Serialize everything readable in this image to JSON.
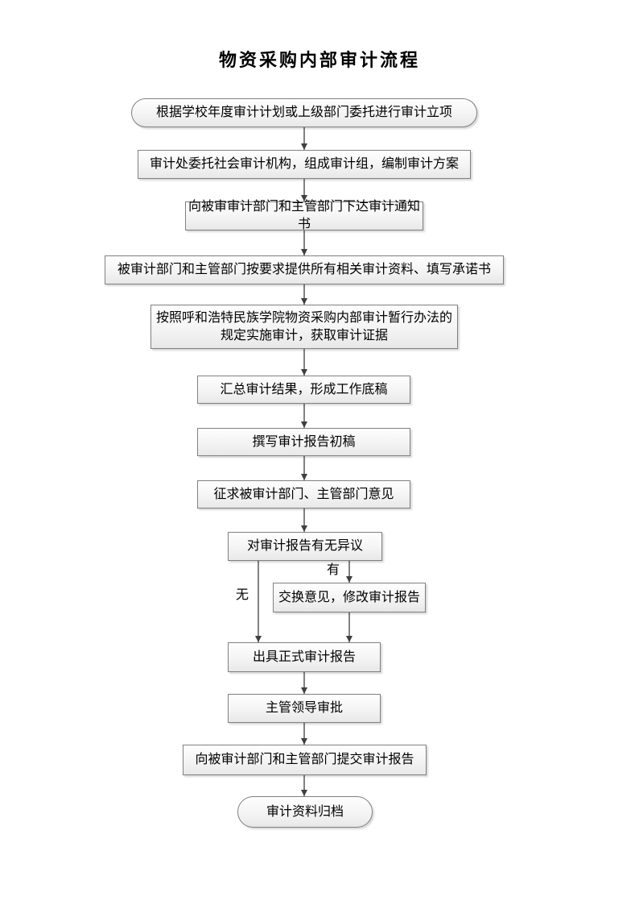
{
  "title": "物资采购内部审计流程",
  "colors": {
    "page_background": "#ffffff",
    "node_border": "#808080",
    "node_fill_top": "#fefefe",
    "node_fill_bottom": "#e8e8e8",
    "connector": "#3f3f3f",
    "text": "#000000"
  },
  "flow": {
    "nodes": [
      {
        "id": "start",
        "type": "start-terminator",
        "label": "根据学校年度审计计划或上级部门委托进行审计立项"
      },
      {
        "id": "form-audit-team",
        "type": "process",
        "label": "审计处委托社会审计机构，组成审计组，编制审计方案"
      },
      {
        "id": "issue-audit-notice",
        "type": "process",
        "label": "向被审审计部门和主管部门下达审计通知书"
      },
      {
        "id": "provide-materials",
        "type": "process",
        "label": "被审计部门和主管部门按要求提供所有相关审计资料、填写承诺书"
      },
      {
        "id": "implement-audit",
        "type": "process",
        "label": "按照呼和浩特民族学院物资采购内部审计暂行办法的规定实施审计，获取审计证据"
      },
      {
        "id": "summarize-results",
        "type": "process",
        "label": "汇总审计结果，形成工作底稿"
      },
      {
        "id": "draft-report",
        "type": "process",
        "label": "撰写审计报告初稿"
      },
      {
        "id": "seek-opinions",
        "type": "process",
        "label": "征求被审计部门、主管部门意见"
      },
      {
        "id": "objection-decision",
        "type": "decision",
        "label": "对审计报告有无异议"
      },
      {
        "id": "exchange-revise",
        "type": "process",
        "label": "交换意见，修改审计报告"
      },
      {
        "id": "issue-formal-report",
        "type": "process",
        "label": "出具正式审计报告"
      },
      {
        "id": "leader-approval",
        "type": "process",
        "label": "主管领导审批"
      },
      {
        "id": "submit-report",
        "type": "process",
        "label": "向被审计部门和主管部门提交审计报告"
      },
      {
        "id": "archive",
        "type": "end-terminator",
        "label": "审计资料归档"
      }
    ],
    "branch_labels": {
      "yes": "有",
      "no": "无"
    },
    "edges": [
      {
        "from": "start",
        "to": "form-audit-team",
        "label": ""
      },
      {
        "from": "form-audit-team",
        "to": "issue-audit-notice",
        "label": ""
      },
      {
        "from": "issue-audit-notice",
        "to": "provide-materials",
        "label": ""
      },
      {
        "from": "provide-materials",
        "to": "implement-audit",
        "label": ""
      },
      {
        "from": "implement-audit",
        "to": "summarize-results",
        "label": ""
      },
      {
        "from": "summarize-results",
        "to": "draft-report",
        "label": ""
      },
      {
        "from": "draft-report",
        "to": "seek-opinions",
        "label": ""
      },
      {
        "from": "seek-opinions",
        "to": "objection-decision",
        "label": ""
      },
      {
        "from": "objection-decision",
        "to": "issue-formal-report",
        "label": "无"
      },
      {
        "from": "objection-decision",
        "to": "exchange-revise",
        "label": "有"
      },
      {
        "from": "exchange-revise",
        "to": "issue-formal-report",
        "label": ""
      },
      {
        "from": "issue-formal-report",
        "to": "leader-approval",
        "label": ""
      },
      {
        "from": "leader-approval",
        "to": "submit-report",
        "label": ""
      },
      {
        "from": "submit-report",
        "to": "archive",
        "label": ""
      }
    ]
  }
}
